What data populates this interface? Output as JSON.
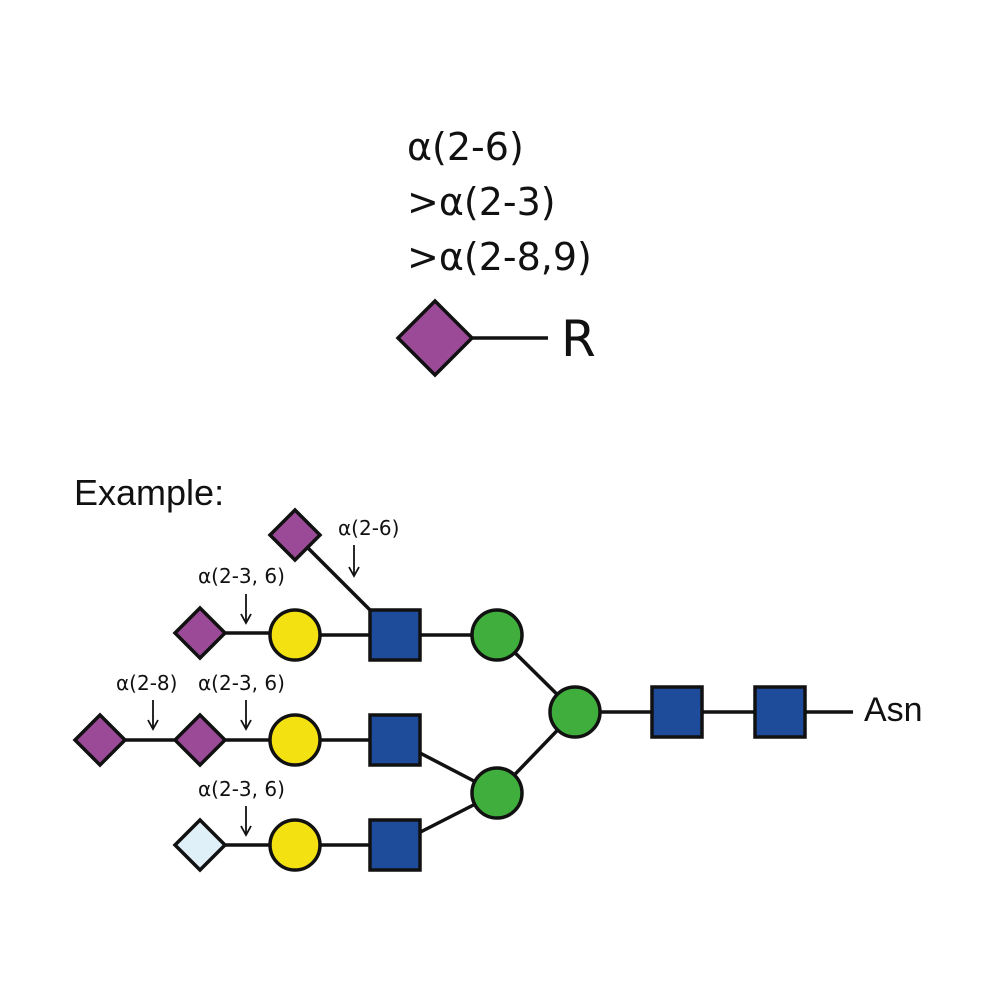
{
  "legend": {
    "linkage_preference": [
      "α(2-6)",
      ">α(2-3)",
      ">α(2-8,9)"
    ],
    "reducing_end_label": "R"
  },
  "example": {
    "heading": "Example:",
    "linkage_labels": [
      "α(2-6)",
      "α(2-3, 6)",
      "α(2-8)",
      "α(2-3, 6)",
      "α(2-3, 6)"
    ],
    "anchor_label": "Asn"
  },
  "colors": {
    "sialic_acid": "#9b4a97",
    "light_diamond": "#dff0f9",
    "galactose": "#f3e111",
    "glcnac": "#1f4c9a",
    "mannose": "#40ae3c",
    "outline": "#111111"
  },
  "icons": {
    "purple_diamond": "sialic-acid-diamond-icon",
    "light_diamond": "light-blue-diamond-icon",
    "yellow_circle": "galactose-circle-icon",
    "blue_square": "glcnac-square-icon",
    "green_circle": "mannose-circle-icon"
  }
}
